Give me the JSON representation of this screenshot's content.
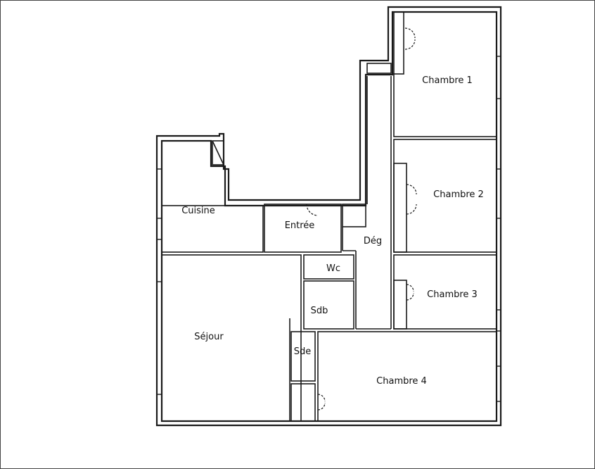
{
  "rooms": {
    "chambre1": "Chambre 1",
    "chambre2": "Chambre 2",
    "chambre3": "Chambre 3",
    "chambre4": "Chambre 4",
    "cuisine": "Cuisine",
    "entree": "Entrée",
    "deg": "Dég",
    "wc": "Wc",
    "sdb": "Sdb",
    "sejour": "Séjour",
    "sde": "Sde"
  },
  "colors": {
    "wall": "#1a1a1a",
    "background": "#ffffff"
  }
}
